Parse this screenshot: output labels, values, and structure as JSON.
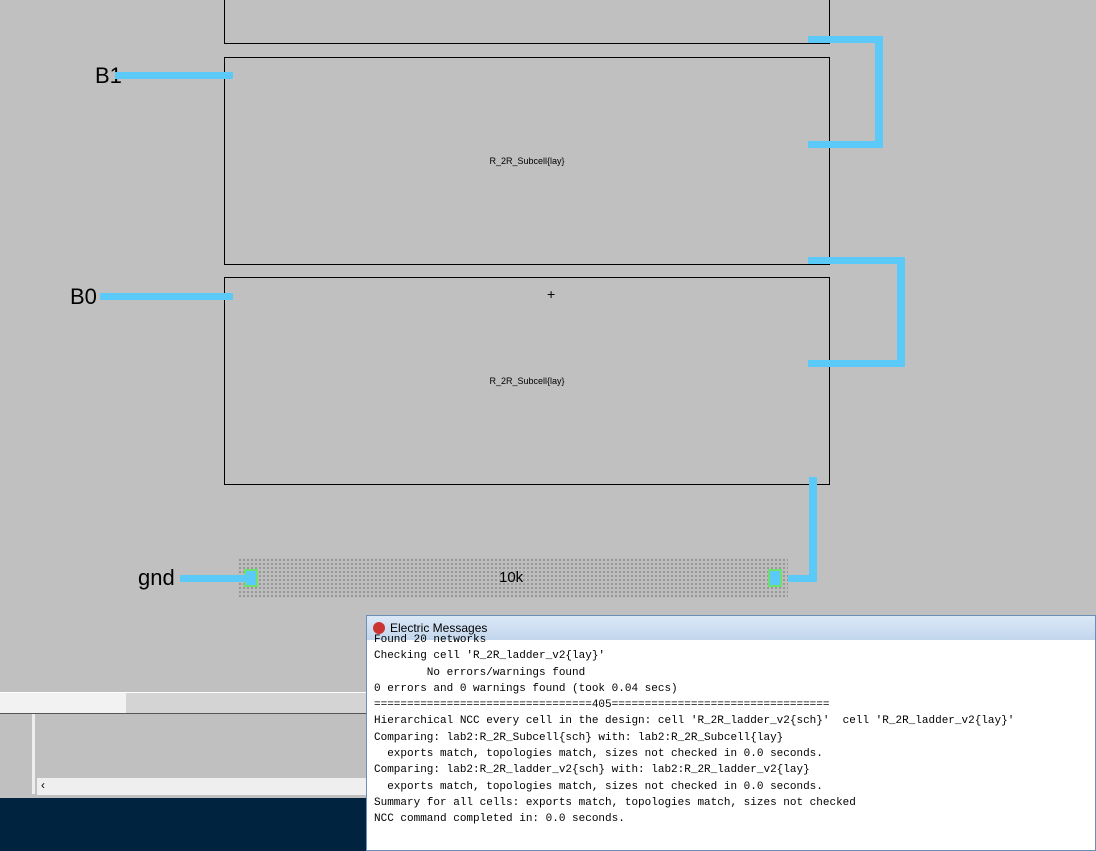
{
  "schematic": {
    "exports": {
      "b1": "B1",
      "b0": "B0",
      "gnd": "gnd"
    },
    "cells": [
      "R_2R_Subcell{lay}",
      "R_2R_Subcell{lay}"
    ],
    "resistor_value": "10k",
    "crosshair": "+"
  },
  "messages": {
    "title": "Electric Messages",
    "lines": [
      "Found 20 networks",
      "Checking cell 'R_2R_ladder_v2{lay}'",
      "        No errors/warnings found",
      "0 errors and 0 warnings found (took 0.04 secs)",
      "=================================405=================================",
      "Hierarchical NCC every cell in the design: cell 'R_2R_ladder_v2{sch}'  cell 'R_2R_ladder_v2{lay}'",
      "Comparing: lab2:R_2R_Subcell{sch} with: lab2:R_2R_Subcell{lay}",
      "  exports match, topologies match, sizes not checked in 0.0 seconds.",
      "Comparing: lab2:R_2R_ladder_v2{sch} with: lab2:R_2R_ladder_v2{lay}",
      "  exports match, topologies match, sizes not checked in 0.0 seconds.",
      "Summary for all cells: exports match, topologies match, sizes not checked",
      "NCC command completed in: 0.0 seconds."
    ]
  },
  "colors": {
    "wire": "#5ccaf8",
    "canvas": "#c0c0c0",
    "taskbar": "#00233f"
  }
}
